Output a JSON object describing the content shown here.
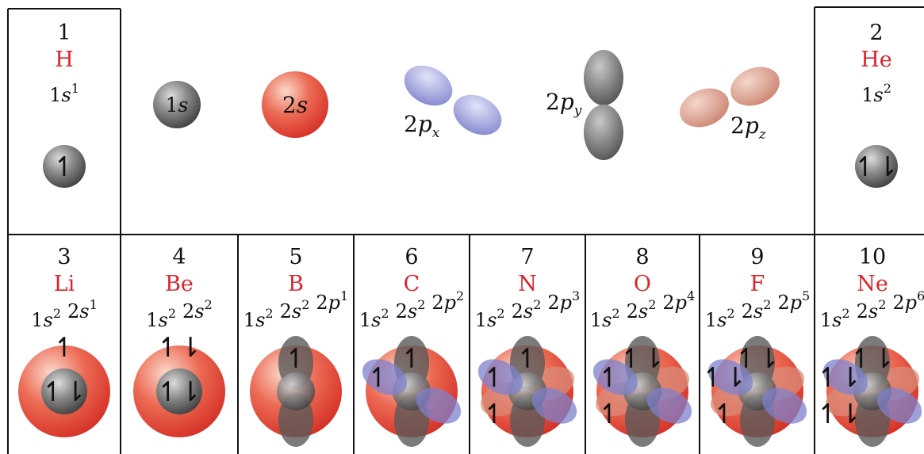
{
  "orbitals": [
    {
      "id": "1s",
      "num": "1",
      "letter": "s",
      "sub": "",
      "color": "#707070"
    },
    {
      "id": "2s",
      "num": "2",
      "letter": "s",
      "sub": "",
      "color": "#e03a2e"
    },
    {
      "id": "2px",
      "num": "2",
      "letter": "p",
      "sub": "x",
      "color": "#8a8fd6"
    },
    {
      "id": "2py",
      "num": "2",
      "letter": "p",
      "sub": "y",
      "color": "#6e6e6e"
    },
    {
      "id": "2pz",
      "num": "2",
      "letter": "p",
      "sub": "z",
      "color": "#d98b78"
    }
  ],
  "top_elements": [
    {
      "number": "1",
      "symbol": "H",
      "config": [
        {
          "shell": "1",
          "sub": "s",
          "count": "1"
        }
      ],
      "electrons": "↿",
      "orbitals": [
        "1s"
      ]
    },
    {
      "number": "2",
      "symbol": "He",
      "config": [
        {
          "shell": "1",
          "sub": "s",
          "count": "2"
        }
      ],
      "electrons": "↿⇂",
      "orbitals": [
        "1s"
      ]
    }
  ],
  "elements": [
    {
      "number": "3",
      "symbol": "Li",
      "config": [
        {
          "shell": "1",
          "sub": "s",
          "count": "2"
        },
        {
          "shell": "2",
          "sub": "s",
          "count": "1"
        }
      ],
      "inner": "↿⇂",
      "outer": "↿",
      "orbitals": [
        "2s",
        "1s"
      ]
    },
    {
      "number": "4",
      "symbol": "Be",
      "config": [
        {
          "shell": "1",
          "sub": "s",
          "count": "2"
        },
        {
          "shell": "2",
          "sub": "s",
          "count": "2"
        }
      ],
      "inner": "↿⇂",
      "outer": "↿⇂",
      "orbitals": [
        "2s",
        "1s"
      ]
    },
    {
      "number": "5",
      "symbol": "B",
      "config": [
        {
          "shell": "1",
          "sub": "s",
          "count": "2"
        },
        {
          "shell": "2",
          "sub": "s",
          "count": "2"
        },
        {
          "shell": "2",
          "sub": "p",
          "count": "1"
        }
      ],
      "py": "↿",
      "px": "",
      "pz": "",
      "orbitals": [
        "2s",
        "1s",
        "2py"
      ]
    },
    {
      "number": "6",
      "symbol": "C",
      "config": [
        {
          "shell": "1",
          "sub": "s",
          "count": "2"
        },
        {
          "shell": "2",
          "sub": "s",
          "count": "2"
        },
        {
          "shell": "2",
          "sub": "p",
          "count": "2"
        }
      ],
      "py": "↿",
      "px": "↿",
      "pz": "",
      "orbitals": [
        "2s",
        "1s",
        "2px",
        "2py"
      ]
    },
    {
      "number": "7",
      "symbol": "N",
      "config": [
        {
          "shell": "1",
          "sub": "s",
          "count": "2"
        },
        {
          "shell": "2",
          "sub": "s",
          "count": "2"
        },
        {
          "shell": "2",
          "sub": "p",
          "count": "3"
        }
      ],
      "py": "↿",
      "px": "↿",
      "pz": "↿",
      "orbitals": [
        "2s",
        "1s",
        "2px",
        "2py",
        "2pz"
      ]
    },
    {
      "number": "8",
      "symbol": "O",
      "config": [
        {
          "shell": "1",
          "sub": "s",
          "count": "2"
        },
        {
          "shell": "2",
          "sub": "s",
          "count": "2"
        },
        {
          "shell": "2",
          "sub": "p",
          "count": "4"
        }
      ],
      "py": "↿⇂",
      "px": "↿",
      "pz": "↿",
      "orbitals": [
        "2s",
        "1s",
        "2px",
        "2py",
        "2pz"
      ]
    },
    {
      "number": "9",
      "symbol": "F",
      "config": [
        {
          "shell": "1",
          "sub": "s",
          "count": "2"
        },
        {
          "shell": "2",
          "sub": "s",
          "count": "2"
        },
        {
          "shell": "2",
          "sub": "p",
          "count": "5"
        }
      ],
      "py": "↿⇂",
      "px": "↿⇂",
      "pz": "↿",
      "orbitals": [
        "2s",
        "1s",
        "2px",
        "2py",
        "2pz"
      ]
    },
    {
      "number": "10",
      "symbol": "Ne",
      "config": [
        {
          "shell": "1",
          "sub": "s",
          "count": "2"
        },
        {
          "shell": "2",
          "sub": "s",
          "count": "2"
        },
        {
          "shell": "2",
          "sub": "p",
          "count": "6"
        }
      ],
      "py": "↿⇂",
      "px": "↿⇂",
      "pz": "↿⇂",
      "orbitals": [
        "2s",
        "1s",
        "2px",
        "2py",
        "2pz"
      ]
    }
  ]
}
